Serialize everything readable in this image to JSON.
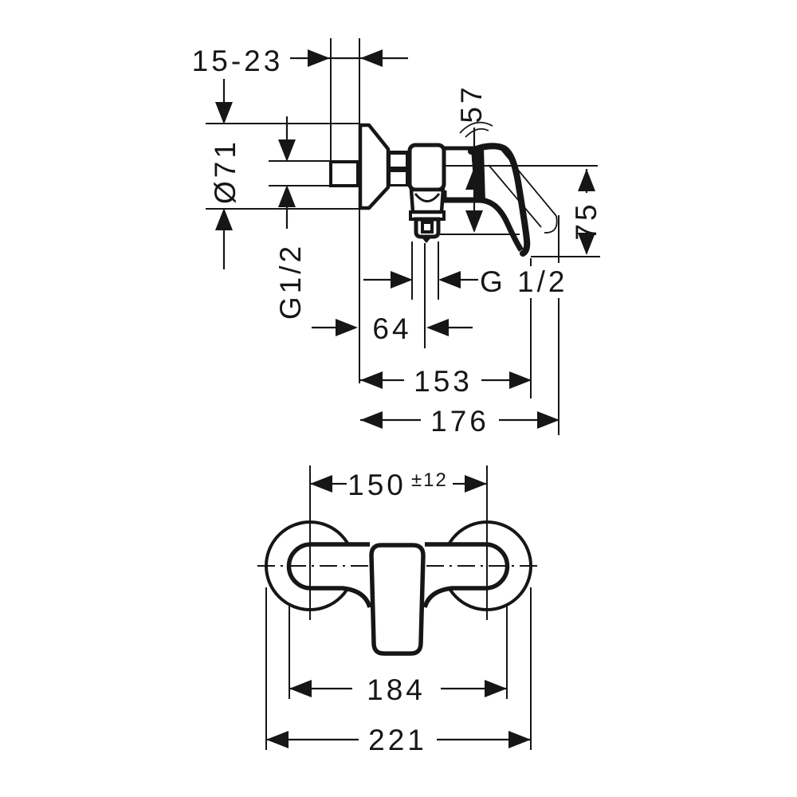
{
  "drawing": {
    "kind": "wall-mounted single-lever shower mixer installation drawing",
    "background_color": "#ffffff",
    "line_color": "#161616",
    "side_view": {
      "depth_range": "15-23",
      "escutcheon_diameter": "Ø71",
      "inlet_thread": "G1/2",
      "outlet_thread": "G 1/2",
      "center_to_outlet_bottom": "57",
      "center_to_handle_end": "75",
      "wall_to_outlet_center": "64",
      "projection_handle": "153",
      "projection_max": "176"
    },
    "front_view": {
      "connection_centers": "150",
      "connection_tolerance": "±12",
      "body_width": "184",
      "overall_width": "221"
    }
  }
}
